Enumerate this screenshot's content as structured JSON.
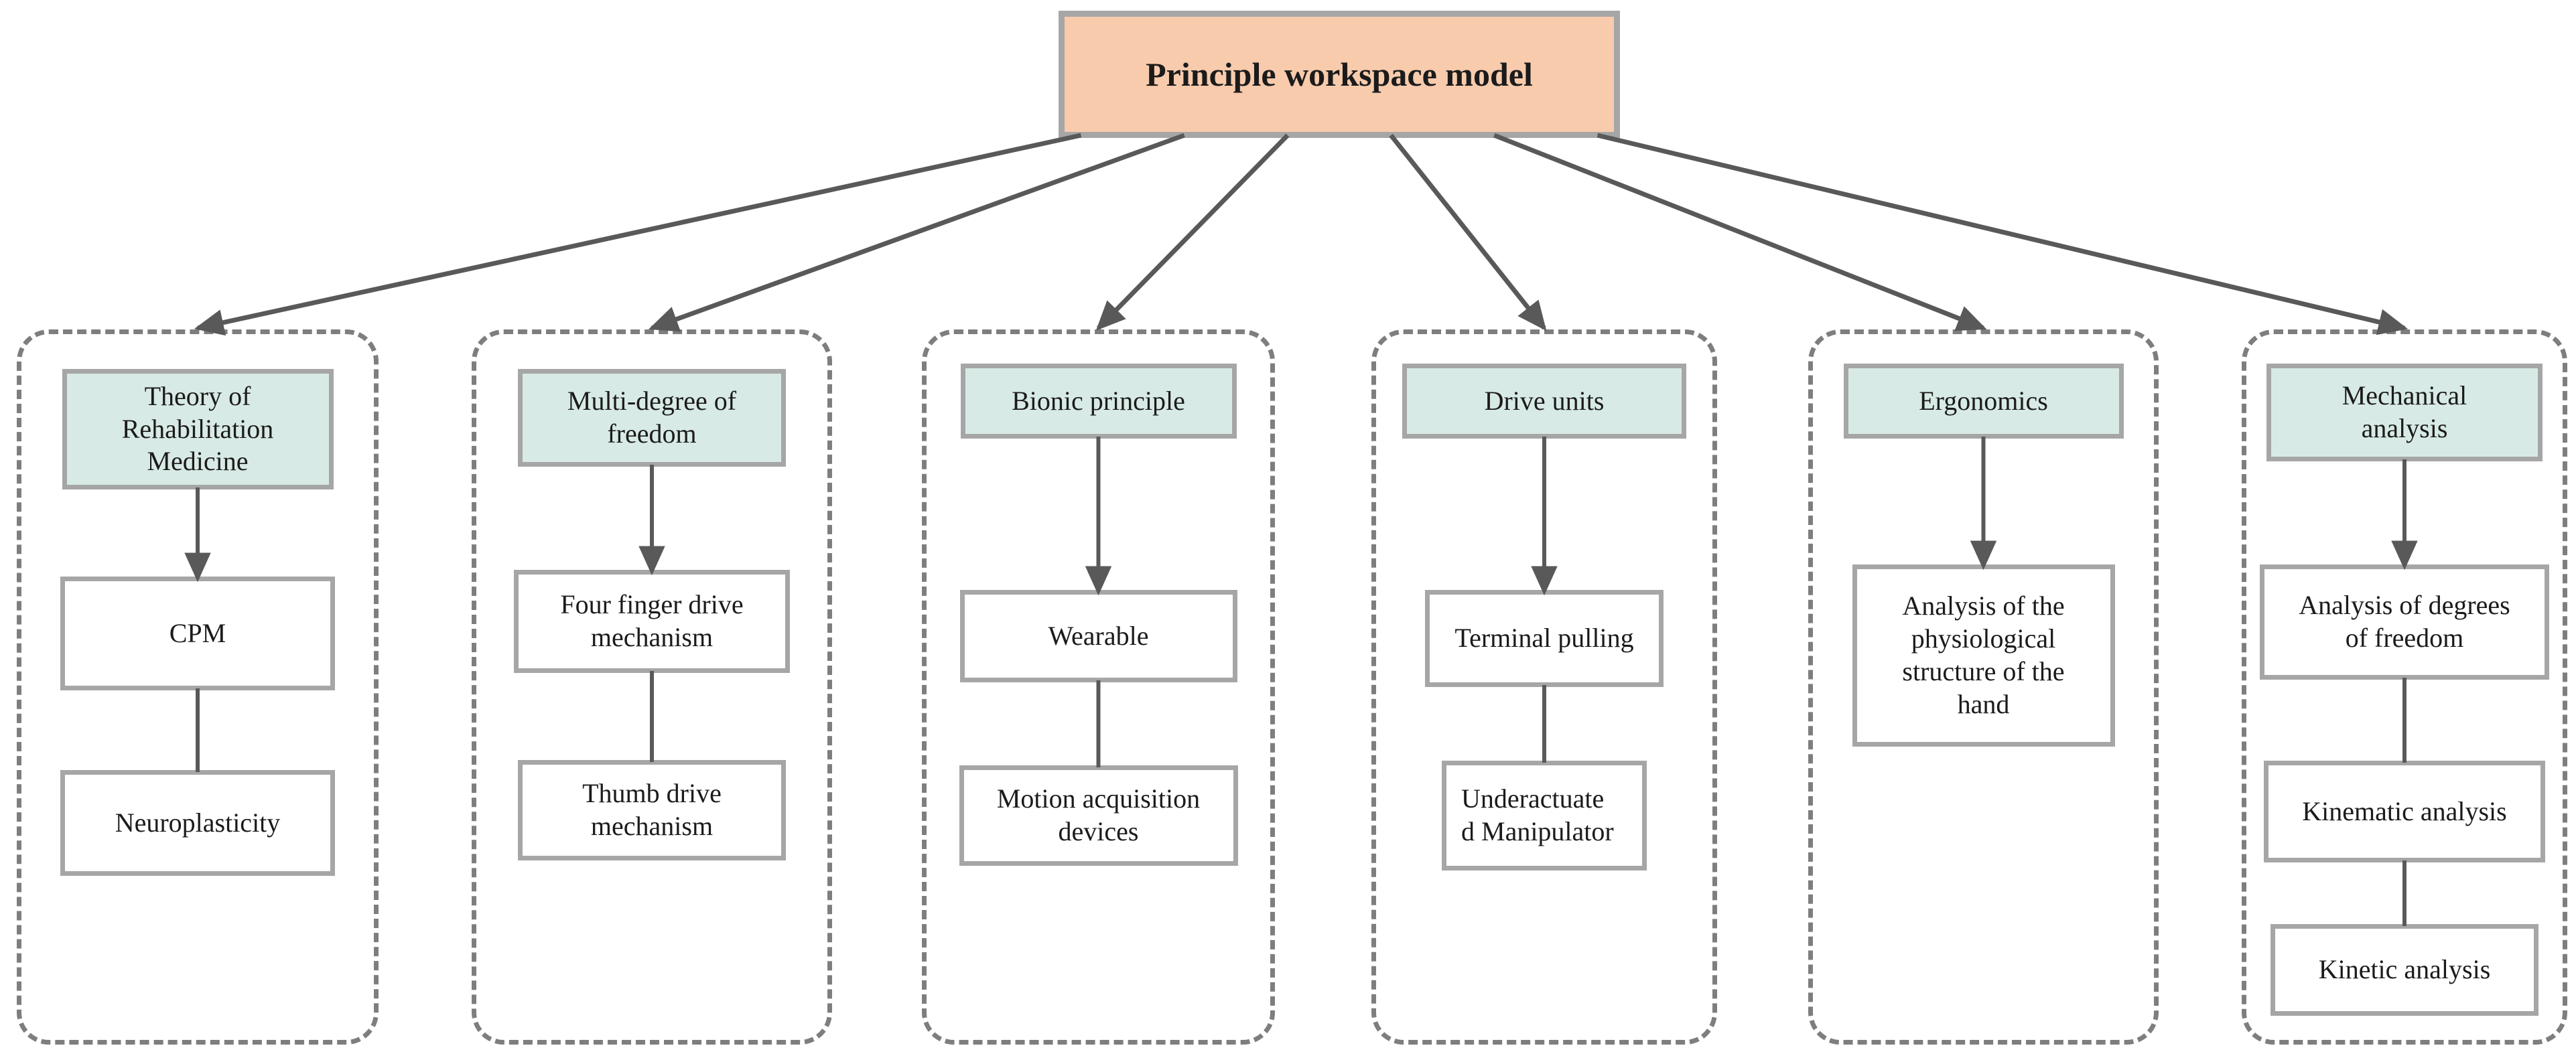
{
  "diagram": {
    "title": {
      "id": "title",
      "label": "Principle workspace model"
    },
    "columns": [
      {
        "id": "c1",
        "header": {
          "id": "c1-header",
          "label": "Theory of\nRehabilitation\nMedicine"
        },
        "items": [
          {
            "id": "c1-b1",
            "label": "CPM"
          },
          {
            "id": "c1-b2",
            "label": "Neuroplasticity"
          }
        ]
      },
      {
        "id": "c2",
        "header": {
          "id": "c2-header",
          "label": "Multi-degree of\nfreedom"
        },
        "items": [
          {
            "id": "c2-b1",
            "label": "Four finger drive\nmechanism"
          },
          {
            "id": "c2-b2",
            "label": "Thumb drive\nmechanism"
          }
        ]
      },
      {
        "id": "c3",
        "header": {
          "id": "c3-header",
          "label": "Bionic principle"
        },
        "items": [
          {
            "id": "c3-b1",
            "label": "Wearable"
          },
          {
            "id": "c3-b2",
            "label": "Motion acquisition\ndevices"
          }
        ]
      },
      {
        "id": "c4",
        "header": {
          "id": "c4-header",
          "label": "Drive units"
        },
        "items": [
          {
            "id": "c4-b1",
            "label": "Terminal pulling"
          },
          {
            "id": "c4-b2",
            "label": "Underactuate\nd Manipulator"
          }
        ]
      },
      {
        "id": "c5",
        "header": {
          "id": "c5-header",
          "label": "Ergonomics"
        },
        "items": [
          {
            "id": "c5-b1",
            "label": "Analysis of the\nphysiological\nstructure of the\nhand"
          }
        ]
      },
      {
        "id": "c6",
        "header": {
          "id": "c6-header",
          "label": "Mechanical\nanalysis"
        },
        "items": [
          {
            "id": "c6-b1",
            "label": "Analysis of degrees\nof freedom"
          },
          {
            "id": "c6-b2",
            "label": "Kinematic analysis"
          },
          {
            "id": "c6-b3",
            "label": "Kinetic analysis"
          }
        ]
      }
    ],
    "edges": [
      {
        "from": "title",
        "to": "c1",
        "arrow": true
      },
      {
        "from": "title",
        "to": "c2",
        "arrow": true
      },
      {
        "from": "title",
        "to": "c3",
        "arrow": true
      },
      {
        "from": "title",
        "to": "c4",
        "arrow": true
      },
      {
        "from": "title",
        "to": "c5",
        "arrow": true
      },
      {
        "from": "title",
        "to": "c6",
        "arrow": true
      },
      {
        "from": "c1-header",
        "to": "c1-b1",
        "arrow": true
      },
      {
        "from": "c1-b1",
        "to": "c1-b2",
        "arrow": false
      },
      {
        "from": "c2-header",
        "to": "c2-b1",
        "arrow": true
      },
      {
        "from": "c2-b1",
        "to": "c2-b2",
        "arrow": false
      },
      {
        "from": "c3-header",
        "to": "c3-b1",
        "arrow": true
      },
      {
        "from": "c3-b1",
        "to": "c3-b2",
        "arrow": false
      },
      {
        "from": "c4-header",
        "to": "c4-b1",
        "arrow": true
      },
      {
        "from": "c4-b1",
        "to": "c4-b2",
        "arrow": false
      },
      {
        "from": "c5-header",
        "to": "c5-b1",
        "arrow": true
      },
      {
        "from": "c6-header",
        "to": "c6-b1",
        "arrow": true
      },
      {
        "from": "c6-b1",
        "to": "c6-b2",
        "arrow": false
      },
      {
        "from": "c6-b2",
        "to": "c6-b3",
        "arrow": false
      }
    ]
  },
  "colors": {
    "root_fill": "#f8cbad",
    "category_fill": "#d8eae5",
    "box_border": "#a6a6a6",
    "group_border": "#7e7e7e",
    "connector": "#595959",
    "text": "#1b1b1b",
    "background": "#ffffff"
  }
}
